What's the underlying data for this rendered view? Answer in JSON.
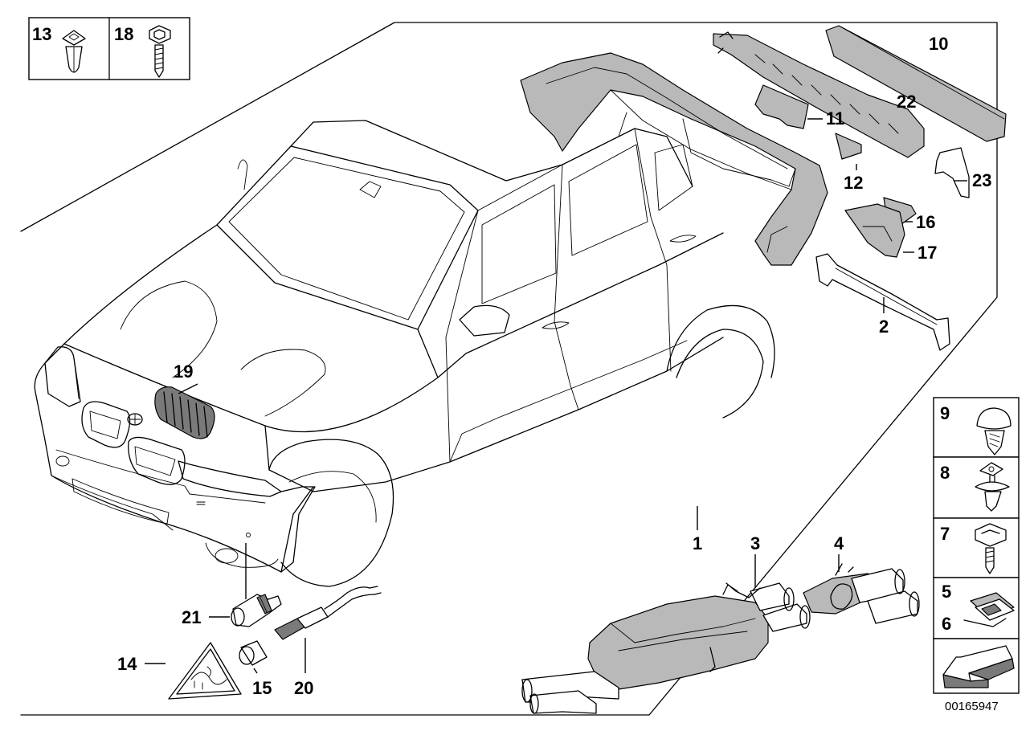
{
  "diagram": {
    "callouts": {
      "c1": "1",
      "c2": "2",
      "c3": "3",
      "c4": "4",
      "c5": "5",
      "c6": "6",
      "c7": "7",
      "c8": "8",
      "c9": "9",
      "c10": "10",
      "c11": "11",
      "c12": "12",
      "c13": "13",
      "c14": "14",
      "c15": "15",
      "c16": "16",
      "c17": "17",
      "c18": "18",
      "c19": "19",
      "c20": "20",
      "c21": "21",
      "c22": "22",
      "c23": "23"
    },
    "document_id": "00165947"
  },
  "colors": {
    "line": "#000000",
    "background": "#ffffff",
    "part_shade": "#b9b9b9",
    "part_dark": "#7a7a7a"
  }
}
